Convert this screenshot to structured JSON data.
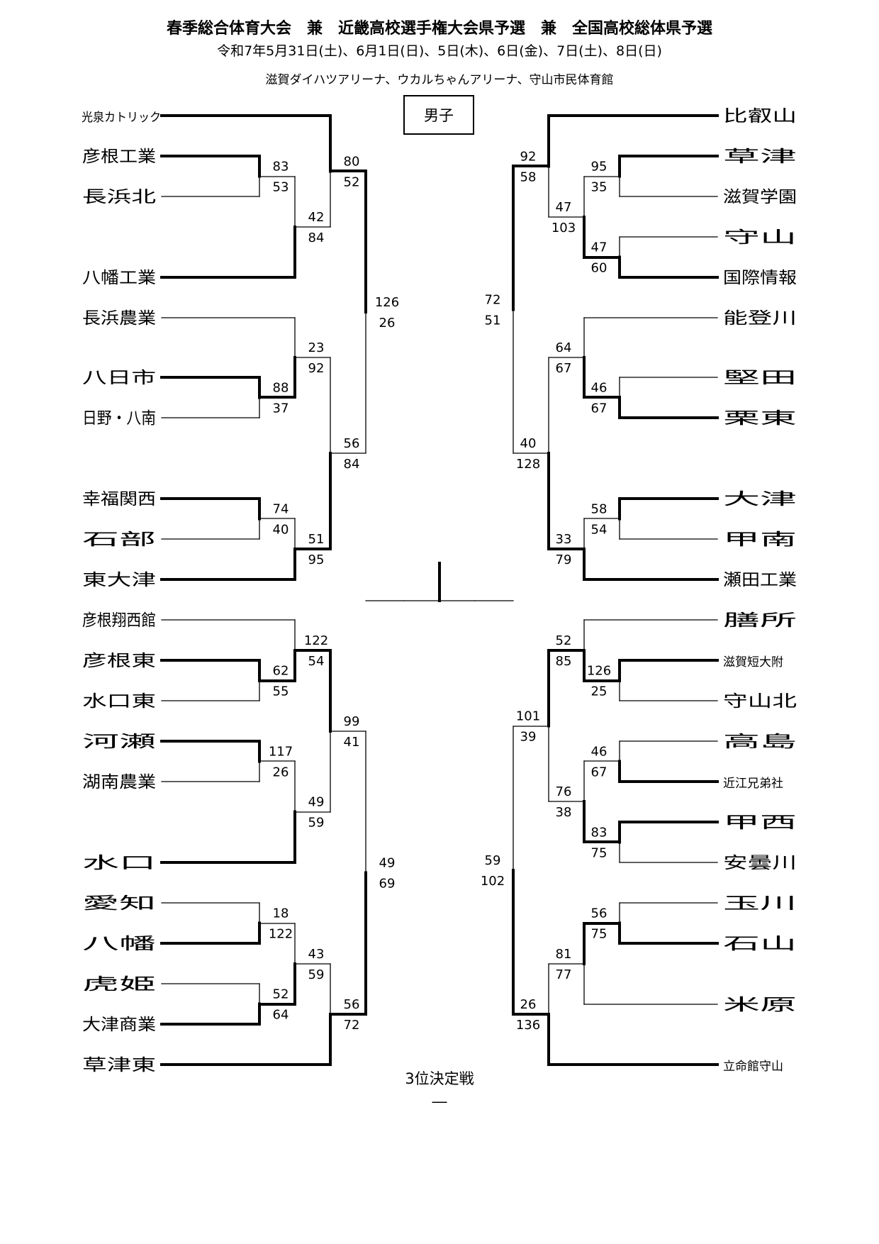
{
  "header": {
    "title": "春季総合体育大会　兼　近畿高校選手権大会県予選　兼　全国高校総体県予選",
    "dates": "令和7年5月31日(土)、6月1日(日)、5日(木)、6日(金)、7日(土)、8日(日)",
    "venue": "滋賀ダイハツアリーナ、ウカルちゃんアリーナ、守山市民体育館"
  },
  "category": "男子",
  "third_place_label": "3位決定戦",
  "third_place_result": "―",
  "left_teams": [
    "光泉カトリック",
    "彦根工業",
    "長浜北",
    "八幡工業",
    "長浜農業",
    "八日市",
    "日野・八南",
    "幸福関西",
    "石部",
    "東大津",
    "彦根翔西館",
    "彦根東",
    "水口東",
    "河瀬",
    "湖南農業",
    "水口",
    "愛知",
    "八幡",
    "虎姫",
    "大津商業",
    "草津東"
  ],
  "right_teams": [
    "比叡山",
    "草津",
    "滋賀学園",
    "守山",
    "国際情報",
    "能登川",
    "堅田",
    "栗東",
    "大津",
    "甲南",
    "瀬田工業",
    "膳所",
    "滋賀短大附",
    "守山北",
    "高島",
    "近江兄弟社",
    "甲西",
    "安曇川",
    "玉川",
    "石山",
    "米原",
    "立命館守山"
  ],
  "left_matches": [
    {
      "top": "83",
      "bottom": "53"
    },
    {
      "top": "42",
      "bottom": "84"
    },
    {
      "top": "80",
      "bottom": "52"
    },
    {
      "top": "88",
      "bottom": "37"
    },
    {
      "top": "23",
      "bottom": "92"
    },
    {
      "top": "74",
      "bottom": "40"
    },
    {
      "top": "51",
      "bottom": "95"
    },
    {
      "top": "56",
      "bottom": "84"
    },
    {
      "top": "126",
      "bottom": "26"
    },
    {
      "top": "62",
      "bottom": "55"
    },
    {
      "top": "122",
      "bottom": "54"
    },
    {
      "top": "117",
      "bottom": "26"
    },
    {
      "top": "49",
      "bottom": "59"
    },
    {
      "top": "99",
      "bottom": "41"
    },
    {
      "top": "18",
      "bottom": "122"
    },
    {
      "top": "52",
      "bottom": "64"
    },
    {
      "top": "43",
      "bottom": "59"
    },
    {
      "top": "56",
      "bottom": "72"
    },
    {
      "top": "49",
      "bottom": "69"
    }
  ],
  "right_matches": [
    {
      "top": "95",
      "bottom": "35"
    },
    {
      "top": "47",
      "bottom": "60"
    },
    {
      "top": "47",
      "bottom": "103"
    },
    {
      "top": "92",
      "bottom": "58"
    },
    {
      "top": "46",
      "bottom": "67"
    },
    {
      "top": "64",
      "bottom": "67"
    },
    {
      "top": "58",
      "bottom": "54"
    },
    {
      "top": "33",
      "bottom": "79"
    },
    {
      "top": "40",
      "bottom": "128"
    },
    {
      "top": "72",
      "bottom": "51"
    },
    {
      "top": "126",
      "bottom": "25"
    },
    {
      "top": "52",
      "bottom": "85"
    },
    {
      "top": "46",
      "bottom": "67"
    },
    {
      "top": "83",
      "bottom": "75"
    },
    {
      "top": "76",
      "bottom": "38"
    },
    {
      "top": "101",
      "bottom": "39"
    },
    {
      "top": "56",
      "bottom": "75"
    },
    {
      "top": "81",
      "bottom": "77"
    },
    {
      "top": "26",
      "bottom": "136"
    },
    {
      "top": "59",
      "bottom": "102"
    }
  ]
}
